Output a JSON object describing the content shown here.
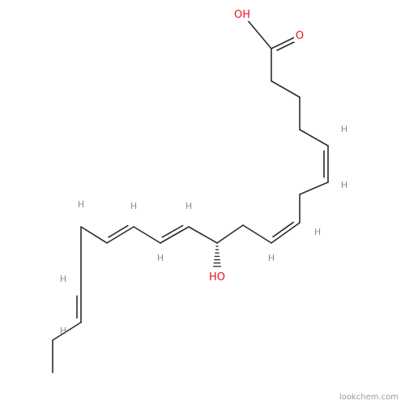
{
  "molecule": {
    "atom_labels": {
      "acid_hydroxyl": "OH",
      "acid_carbonyl": "O",
      "alcohol_hydroxyl": "HO"
    },
    "stereo_hydrogen": "H"
  },
  "watermark": "lookchem.com",
  "colors": {
    "bond": "#2b2b2b",
    "oxygen": "#e8131a",
    "hydrogen": "#8c8c8c",
    "background": "#ffffff"
  }
}
